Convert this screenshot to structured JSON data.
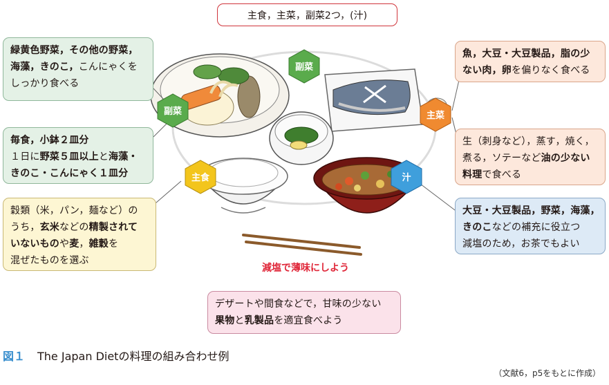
{
  "title": "主食，主菜，副菜2つ，(汁)",
  "boxes": {
    "side_top": {
      "lines": [
        [
          {
            "t": "緑黄色野菜，",
            "b": true
          },
          {
            "t": "その他の野菜，",
            "b": true
          }
        ],
        [
          {
            "t": "海藻，",
            "b": true
          },
          {
            "t": "きのこ，",
            "b": true
          },
          {
            "t": "こんにゃくを",
            "b": false
          }
        ],
        [
          {
            "t": "しっかり食べる",
            "b": false
          }
        ]
      ]
    },
    "side_bottom": {
      "lines": [
        [
          {
            "t": "毎食，小鉢２皿分",
            "b": true
          }
        ],
        [
          {
            "t": "１日に",
            "b": false
          },
          {
            "t": "野菜５皿以上",
            "b": true
          },
          {
            "t": "と",
            "b": false
          },
          {
            "t": "海藻・",
            "b": true
          }
        ],
        [
          {
            "t": "きのこ・こんにゃく１皿分",
            "b": true
          }
        ]
      ]
    },
    "staple": {
      "lines": [
        [
          {
            "t": "穀類（米，パン，麺など）の",
            "b": false
          }
        ],
        [
          {
            "t": "うち，",
            "b": false
          },
          {
            "t": "玄米",
            "b": true
          },
          {
            "t": "などの",
            "b": false
          },
          {
            "t": "精製されて",
            "b": true
          }
        ],
        [
          {
            "t": "いないもの",
            "b": true
          },
          {
            "t": "や",
            "b": false
          },
          {
            "t": "麦",
            "b": true
          },
          {
            "t": "，",
            "b": false
          },
          {
            "t": "雑穀",
            "b": true
          },
          {
            "t": "を",
            "b": false
          }
        ],
        [
          {
            "t": "混ぜたものを選ぶ",
            "b": false
          }
        ]
      ]
    },
    "main_top": {
      "lines": [
        [
          {
            "t": "魚，大豆・大豆製品，脂の少",
            "b": true
          }
        ],
        [
          {
            "t": "ない肉，卵",
            "b": true
          },
          {
            "t": "を偏りなく食べる",
            "b": false
          }
        ]
      ]
    },
    "main_bottom": {
      "lines": [
        [
          {
            "t": "生（刺身など），蒸す，焼く，",
            "b": false
          }
        ],
        [
          {
            "t": "煮る，ソテーなど",
            "b": false
          },
          {
            "t": "油の少ない",
            "b": true
          }
        ],
        [
          {
            "t": "料理",
            "b": true
          },
          {
            "t": "で食べる",
            "b": false
          }
        ]
      ]
    },
    "soup": {
      "lines": [
        [
          {
            "t": "大豆・大豆製品，野菜，海藻，",
            "b": true
          }
        ],
        [
          {
            "t": "きのこ",
            "b": true
          },
          {
            "t": "などの補充に役立つ",
            "b": false
          }
        ],
        [
          {
            "t": "減塩のため，お茶でもよい",
            "b": false
          }
        ]
      ]
    },
    "dessert": {
      "lines": [
        [
          {
            "t": "デザートや間食などで，甘味の少ない",
            "b": false
          }
        ],
        [
          {
            "t": "果物",
            "b": true
          },
          {
            "t": "と",
            "b": false
          },
          {
            "t": "乳製品",
            "b": true
          },
          {
            "t": "を適宜食べよう",
            "b": false
          }
        ]
      ]
    }
  },
  "hex_labels": {
    "side_top": "副菜",
    "side_left": "副菜",
    "main": "主菜",
    "staple": "主食",
    "soup": "汁"
  },
  "salt_note": "減塩で薄味にしよう",
  "caption": {
    "number": "図１",
    "text": "The Japan Dietの料理の組み合わせ例"
  },
  "source": "（文献6，p5をもとに作成）",
  "colors": {
    "side_hex": "#5aab4c",
    "main_hex": "#f08a30",
    "staple_hex": "#f3c51c",
    "soup_hex": "#3f9fdc",
    "title_border": "#d0343a",
    "salt_note": "#e0283a"
  }
}
